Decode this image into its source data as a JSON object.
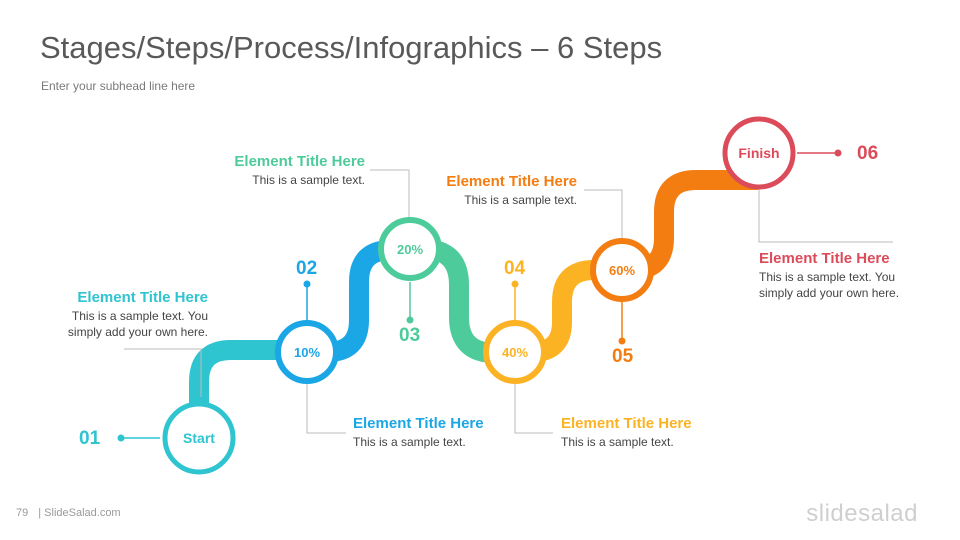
{
  "slide": {
    "title": "Stages/Steps/Process/Infographics – 6 Steps",
    "subhead": "Enter your subhead  line here"
  },
  "steps": [
    {
      "number": "01",
      "circle_label": "Start",
      "color": "#2ec4d0",
      "title": "Element Title Here",
      "desc": "This is a sample text. You simply add your own here."
    },
    {
      "number": "02",
      "circle_label": "10%",
      "color": "#1ba6e6",
      "title": "Element Title Here",
      "desc": "This is a sample text."
    },
    {
      "number": "03",
      "circle_label": "20%",
      "color": "#4ecb9b",
      "title": "Element Title Here",
      "desc": "This is a sample text."
    },
    {
      "number": "04",
      "circle_label": "40%",
      "color": "#fbb324",
      "title": "Element Title Here",
      "desc": "This is a sample text."
    },
    {
      "number": "05",
      "circle_label": "60%",
      "color": "#f47d12",
      "title": "Element Title Here",
      "desc": "This is a sample text."
    },
    {
      "number": "06",
      "circle_label": "Finish",
      "color": "#dc4b5a",
      "title": "Element Title Here",
      "desc": "This is a sample text. You simply add your own here."
    }
  ],
  "footer": {
    "page_number": "79",
    "site": "| SlideSalad.com",
    "brand": "slidesalad"
  }
}
